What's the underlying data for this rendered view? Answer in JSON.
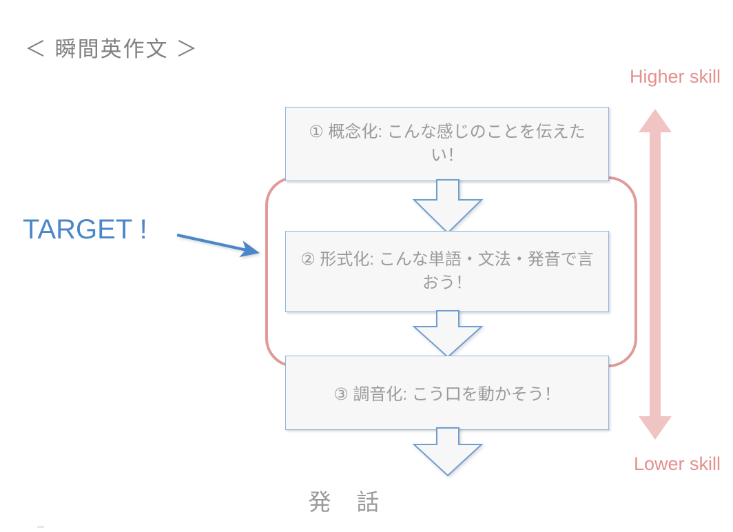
{
  "title": "＜ 瞬間英作文 ＞",
  "diagram": {
    "boxes": [
      {
        "id": "box1",
        "label": "① 概念化: こんな感じのことを伝えたい！"
      },
      {
        "id": "box2",
        "label": "② 形式化: こんな単語・文法・発音で言おう！"
      },
      {
        "id": "box3",
        "label": "③ 調音化: こう口を動かそう！"
      }
    ],
    "output_label": "発　話",
    "highlight": {
      "note": "red rounded rectangle surrounding step 2",
      "color": "#e09a98"
    },
    "annotation": {
      "label": "TARGET !",
      "color": "#4a86c8",
      "points_to": "② 形式化"
    },
    "skill_scale": {
      "top_label": "Higher skill",
      "bottom_label": "Lower skill",
      "color": "#f0c4c2",
      "label_color": "#e4908e"
    },
    "colors": {
      "box_fill": "#f7f7f7",
      "box_border": "#8cb3dd",
      "text": "#9a9a9a",
      "title": "#808080"
    }
  }
}
